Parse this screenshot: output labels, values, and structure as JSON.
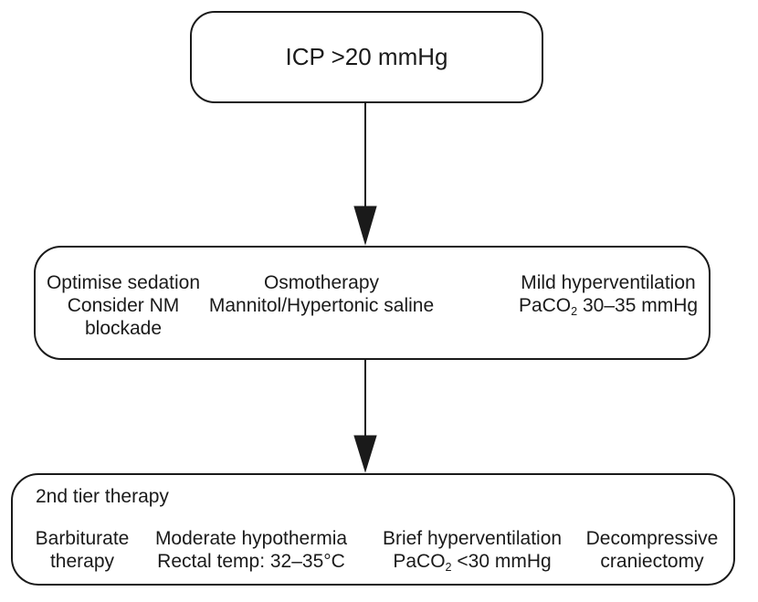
{
  "diagram": {
    "colors": {
      "background": "#ffffff",
      "stroke": "#1a1a1a",
      "text": "#1a1a1a"
    },
    "trigger_box": {
      "label": "ICP >20 mmHg"
    },
    "first_tier": {
      "columns": [
        {
          "lines": [
            "Optimise sedation",
            "Consider NM",
            "blockade"
          ]
        },
        {
          "lines": [
            "Osmotherapy",
            "Mannitol/Hypertonic saline"
          ]
        },
        {
          "lines": [
            "Mild hyperventilation"
          ],
          "formula": {
            "prefix": "PaCO",
            "sub": "2",
            "suffix": " 30–35 mmHg"
          }
        }
      ]
    },
    "second_tier": {
      "header": "2nd tier therapy",
      "columns": [
        {
          "lines": [
            "Barbiturate",
            "therapy"
          ]
        },
        {
          "lines": [
            "Moderate hypothermia",
            "Rectal temp: 32–35°C"
          ]
        },
        {
          "lines": [
            "Brief hyperventilation"
          ],
          "formula": {
            "prefix": "PaCO",
            "sub": "2",
            "suffix": " <30 mmHg"
          }
        },
        {
          "lines": [
            "Decompressive",
            "craniectomy"
          ]
        }
      ]
    }
  }
}
